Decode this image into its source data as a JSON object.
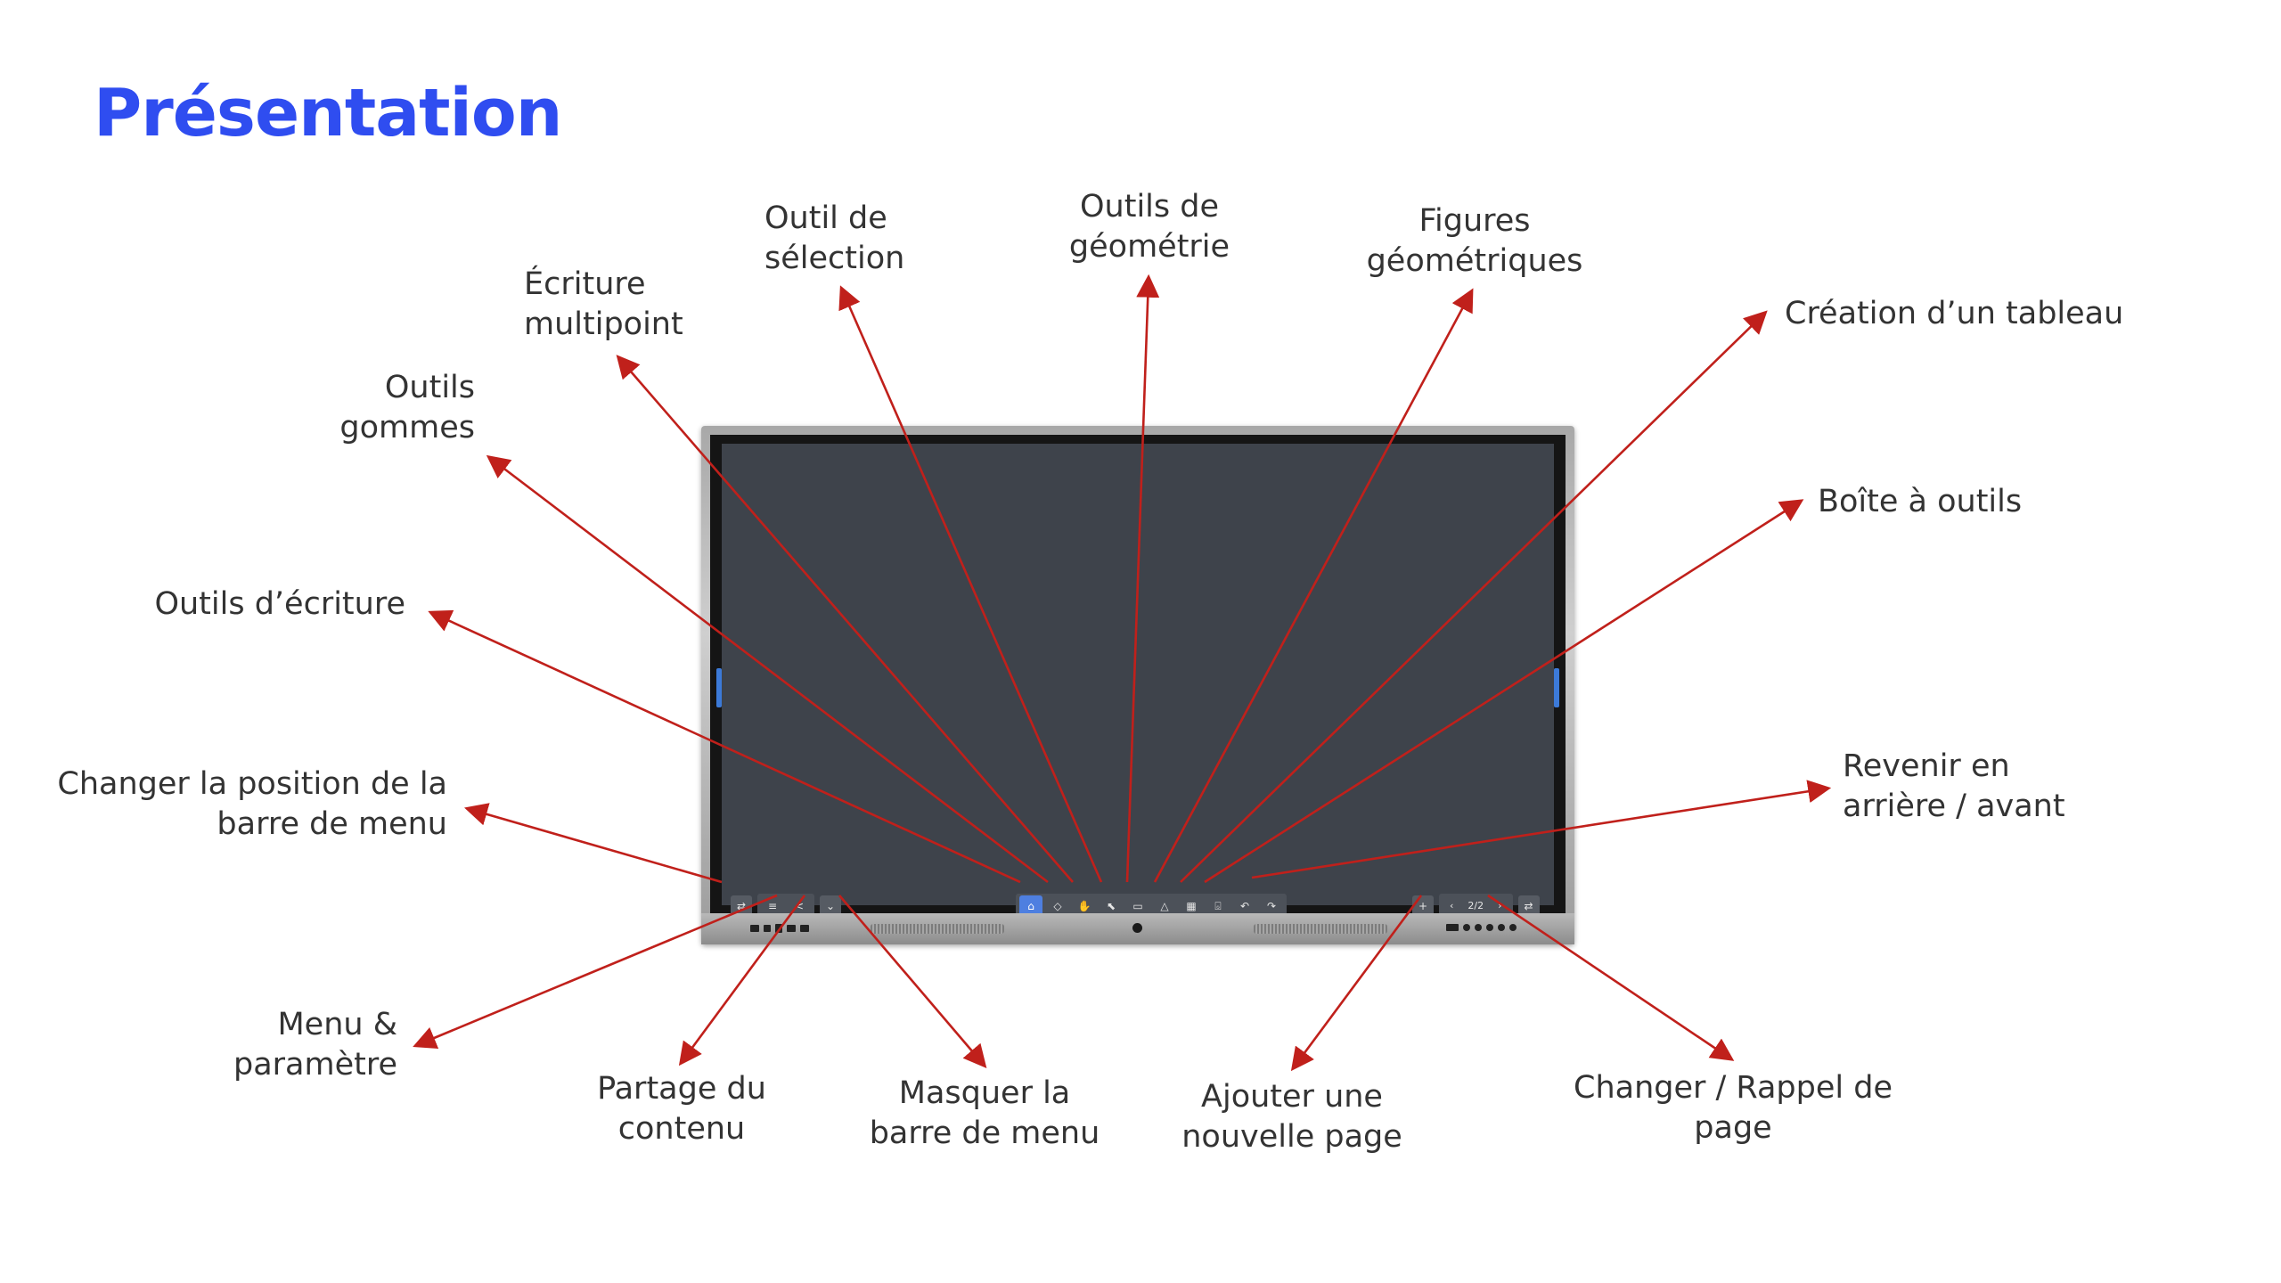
{
  "title": "Présentation",
  "labels": {
    "outils_ecriture": "Outils d’écriture",
    "changer_position": "Changer la position de la\nbarre de menu",
    "outils_gommes": "Outils\ngommes",
    "ecriture_multipoint": "Écriture\nmultipoint",
    "outil_selection": "Outil de\nsélection",
    "outils_geometrie": "Outils de\ngéométrie",
    "figures_geometriques": "Figures\ngéométriques",
    "creation_tableau": "Création d’un tableau",
    "boite_outils": "Boîte à outils",
    "revenir": "Revenir en\narrière / avant",
    "menu_parametre": "Menu &\nparamètre",
    "partage_contenu": "Partage du\ncontenu",
    "masquer_barre": "Masquer la\nbarre de menu",
    "ajouter_page": "Ajouter une\nnouvelle page",
    "changer_rappel": "Changer / Rappel de\npage"
  },
  "toolbar": {
    "position_icon": "⇄",
    "menu_icon": "≡",
    "share_icon": "<",
    "hide_icon": "⌄",
    "pen_icon": "⌂",
    "eraser_icon": "◇",
    "multipoint_icon": "✋",
    "select_icon": "⬉",
    "geometry_icon": "▭",
    "shapes_icon": "△",
    "table_icon": "▦",
    "toolbox_icon": "⌺",
    "undo_icon": "↶",
    "redo_icon": "↷",
    "add_page_icon": "+",
    "prev_icon": "‹",
    "page_indicator": "2/2",
    "next_icon": "›",
    "position_right_icon": "⇄"
  },
  "colors": {
    "title": "#2f4df0",
    "arrow": "#c0201b",
    "screen": "#3e434b",
    "accent": "#4e7fe0"
  }
}
